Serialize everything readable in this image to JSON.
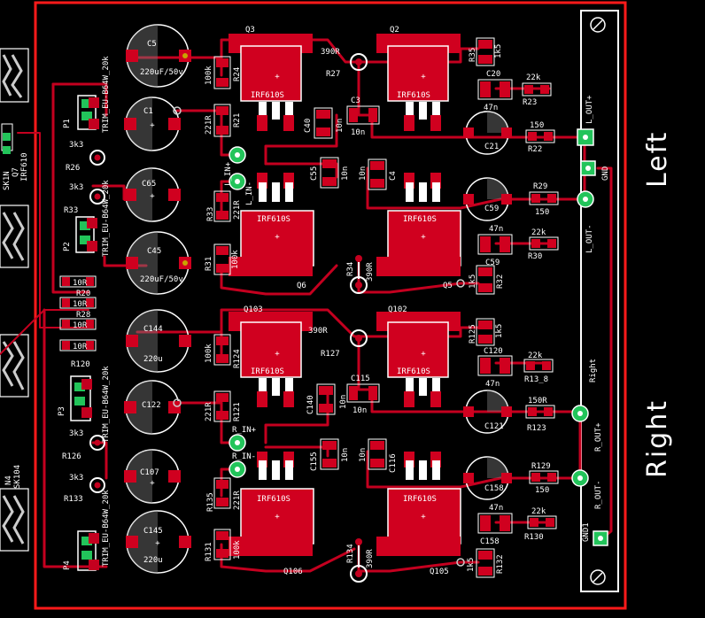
{
  "colors": {
    "background": "#000000",
    "copper": "#c4001f",
    "silkscreen": "#ffffff",
    "via_ring": "#cccccc",
    "testpoint": "#22c45a",
    "board_outline": "#ff1a1a"
  },
  "channels": {
    "left": "Left",
    "right": "Right"
  },
  "mosfet_part": "IRF610S",
  "labels": {
    "q3": "Q3",
    "q2": "Q2",
    "q6": "Q6",
    "q5": "Q5",
    "q103": "Q103",
    "q102": "Q102",
    "q106": "Q106",
    "q105": "Q105",
    "c5": "C5",
    "c5_val": "220uF/50v",
    "c1": "C1",
    "c65": "C65",
    "c45": "C45",
    "c45_val": "220uF/50v",
    "c144": "C144",
    "c144_val": "220u",
    "c122": "C122",
    "c107": "C107",
    "c145": "C145",
    "c145_val": "220u",
    "r24": "R24",
    "r24_val": "100k",
    "r21": "R21",
    "r21_val": "221R",
    "r27": "R27",
    "r27_val": "390R",
    "c3": "C3",
    "c3_val": "10n",
    "c40": "C40",
    "c40_val": "10n",
    "r35": "R35",
    "r35_val": "1k5",
    "c20": "C20",
    "c20_val": "47n",
    "r23": "R23",
    "r23_val": "22k",
    "r22": "R22",
    "r22_val": "150",
    "c21": "C21",
    "c59": "C59",
    "r29": "R29",
    "r29_val": "150",
    "r30": "R30",
    "r30_val": "22k",
    "c59b_val": "47n",
    "r32": "R32",
    "r32_val": "1k5",
    "c55": "C55",
    "c55_val": "10n",
    "c4": "C4",
    "c4_val": "10n",
    "r33": "R33",
    "r33_val": "221R",
    "r31": "R31",
    "r31_val": "100k",
    "r34": "R34",
    "r34_val": "390R",
    "r124": "R124",
    "r124_val": "100k",
    "r121": "R121",
    "r121_val": "221R",
    "r127": "R127",
    "r127_val": "390R",
    "c115": "C115",
    "c115_val": "10n",
    "c140": "C140",
    "c140_val": "10n",
    "r125": "R125",
    "r125_val": "1k5",
    "c120": "C120",
    "c120_val": "47n",
    "r13_8": "R13_8",
    "r13_8_val": "22k",
    "r123": "R123",
    "r123_val": "150R",
    "c121": "C121",
    "c158": "C158",
    "c158_val": "47n",
    "c158b": "C158",
    "r129": "R129",
    "r129_val": "150",
    "r130": "R130",
    "r130_val": "22k",
    "r132": "R132",
    "r132_val": "1k5",
    "c155": "C155",
    "c155_val": "10n",
    "c116": "C116",
    "c116_val": "10n",
    "r135": "R135",
    "r135_val": "221R",
    "r131": "R131",
    "r131_val": "100k",
    "r134": "R134",
    "r134_val": "390R",
    "p1": "P1",
    "p2": "P2",
    "p3": "P3",
    "p4": "P4",
    "trim1": "TRIM_EU-B64W_20k",
    "trim2": "TRIM_EU-B64W_20k",
    "trim3": "TRIM_EU-B64W_20k",
    "trim4": "TRIM_EU-B64W_20k",
    "r26": "R26",
    "r26_val": "3k3",
    "r33b": "R33",
    "r33b_val": "3k3",
    "r126": "R126",
    "r126_val": "3k3",
    "r133": "R133",
    "r133_val": "3k3",
    "r20": "R20",
    "r28": "R28",
    "r120": "R120",
    "r_val_10r": "10R",
    "l_in_plus": "L_IN+",
    "l_in_minus": "L_IN-",
    "r_in_plus": "R_IN+",
    "r_in_minus": "R_IN-",
    "l_out_plus": "L_OUT+",
    "l_out_minus": "L_OUT-",
    "r_out_plus": "R_OUT+",
    "r_out_minus": "R_OUT-",
    "gnd": "GND",
    "gnd1": "GND1",
    "right_small": "Right",
    "sk104": "SK104",
    "n4": "N4",
    "q7": "Q7",
    "q7_part": "IRF610",
    "sk1n": "SK1N"
  },
  "plus_sign": "+"
}
